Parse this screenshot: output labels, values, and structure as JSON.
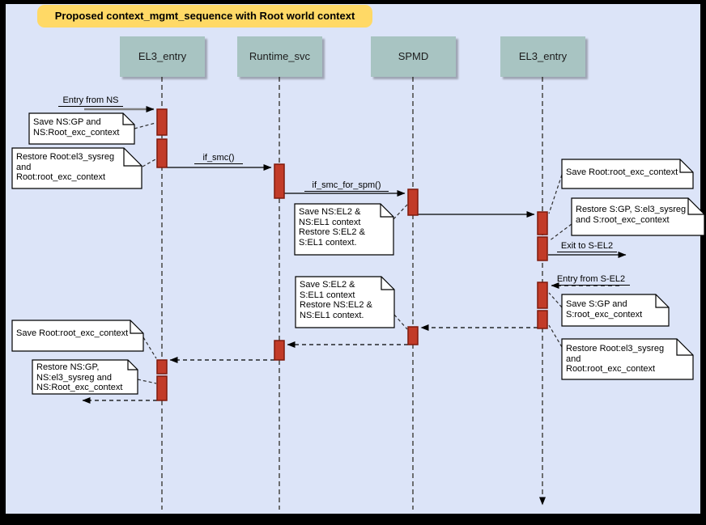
{
  "title": "Proposed context_mgmt_sequence with Root world context",
  "actors": [
    {
      "label": "EL3_entry"
    },
    {
      "label": "Runtime_svc"
    },
    {
      "label": "SPMD"
    },
    {
      "label": "EL3_entry"
    }
  ],
  "messages": {
    "entry_from_ns": "Entry from NS",
    "if_smc": "if_smc()",
    "if_smc_for_spm": "if_smc_for_spm()",
    "exit_to_sel2": "Exit to S-EL2",
    "entry_from_sel2": "Entry from S-EL2"
  },
  "notes": [
    {
      "text": "Save NS:GP and\nNS:Root_exc_context"
    },
    {
      "text": "Restore Root:el3_sysreg\nand\nRoot:root_exc_context"
    },
    {
      "text": "Save NS:EL2 &\nNS:EL1 context\nRestore S:EL2 &\nS:EL1 context."
    },
    {
      "text": "Save Root:root_exc_context"
    },
    {
      "text": "Restore S:GP, S:el3_sysreg\nand S:root_exc_context"
    },
    {
      "text": "Save S:EL2 &\nS:EL1 context\nRestore NS:EL2 &\nNS:EL1 context."
    },
    {
      "text": "Save S:GP and\nS:root_exc_context"
    },
    {
      "text": "Restore Root:el3_sysreg\nand\nRoot:root_exc_context"
    },
    {
      "text": "Save Root:root_exc_context"
    },
    {
      "text": "Restore NS:GP,\nNS:el3_sysreg and\nNS:Root_exc_context"
    }
  ],
  "colors": {
    "canvas_bg": "#dce4f8",
    "frame": "#000000",
    "title_bg": "#ffd966",
    "actor_fill": "#a8c4c2",
    "activation_fill": "#c23b28",
    "activation_stroke": "#7e1a0c",
    "line": "#000000",
    "lifeline": "#595959",
    "entry_arrow": "#7f7f7f"
  }
}
